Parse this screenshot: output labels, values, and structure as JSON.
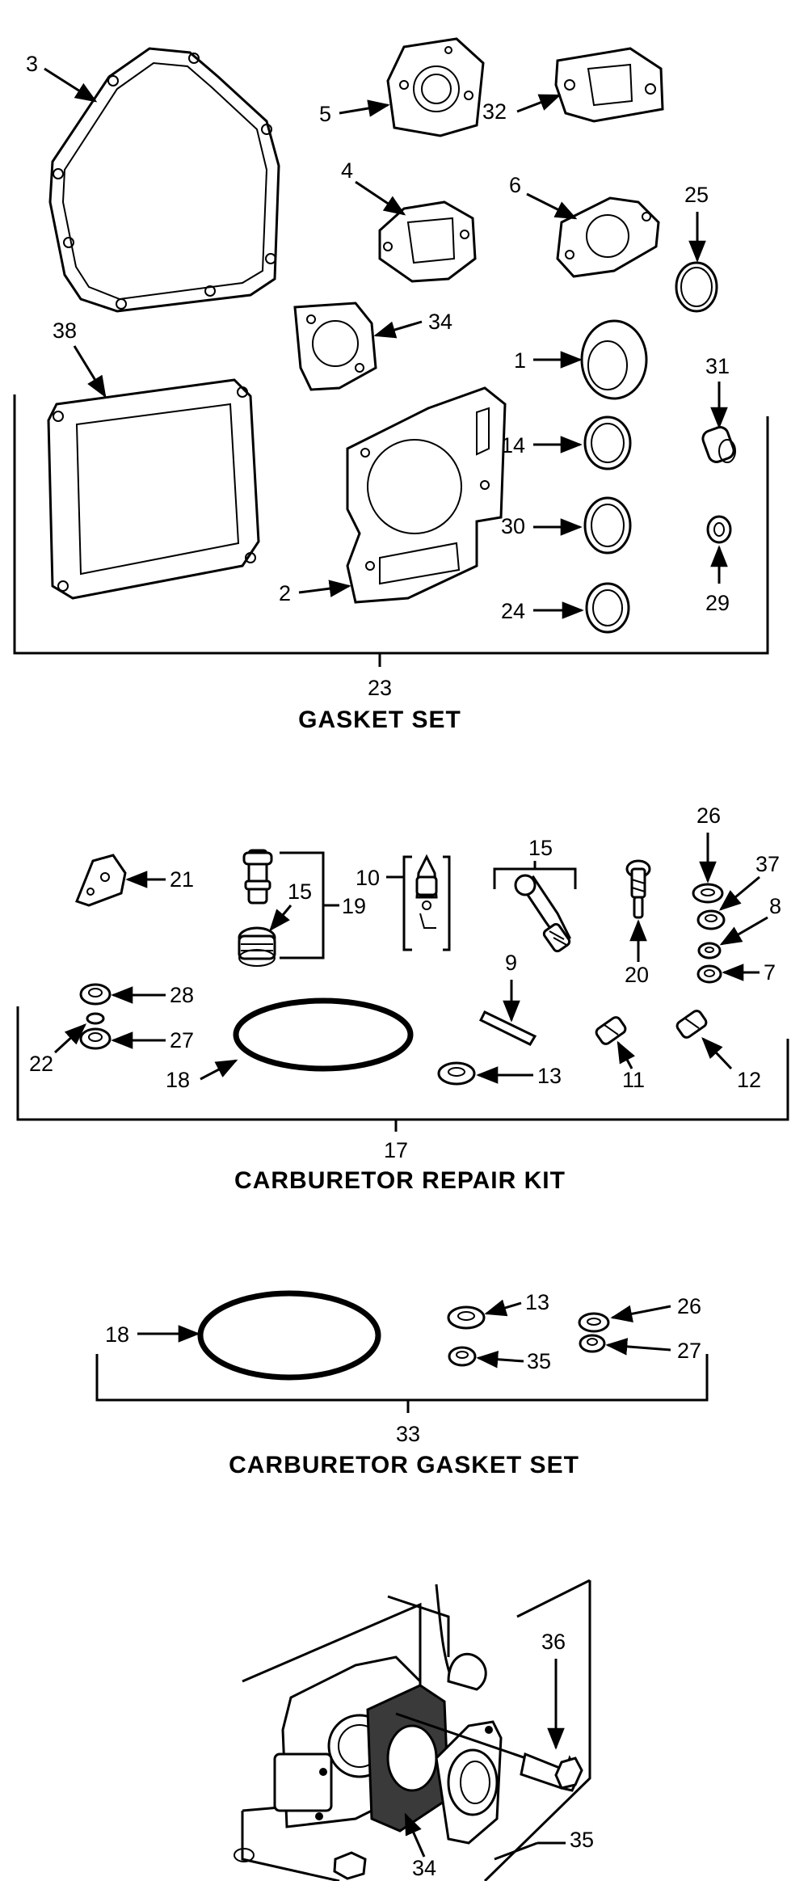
{
  "sections": {
    "gasket_set": {
      "number": "23",
      "title": "GASKET SET"
    },
    "carb_repair_kit": {
      "number": "17",
      "title": "CARBURETOR REPAIR KIT"
    },
    "carb_gasket_set": {
      "number": "33",
      "title": "CARBURETOR GASKET SET"
    },
    "assembly": {
      "number": "35"
    }
  },
  "callouts": {
    "p3": "3",
    "p5": "5",
    "p32": "32",
    "p4": "4",
    "p6": "6",
    "p25": "25",
    "p38": "38",
    "p34": "34",
    "p1": "1",
    "p31": "31",
    "p14": "14",
    "p30": "30",
    "p2": "2",
    "p24": "24",
    "p29": "29",
    "k21": "21",
    "k15a": "15",
    "k19": "19",
    "k10": "10",
    "k15b": "15",
    "k26": "26",
    "k37": "37",
    "k8": "8",
    "k7": "7",
    "k9": "9",
    "k20": "20",
    "k28": "28",
    "k22": "22",
    "k27": "27",
    "k18": "18",
    "k13": "13",
    "k11": "11",
    "k12": "12",
    "g18": "18",
    "g13": "13",
    "g35": "35",
    "g26": "26",
    "g27": "27",
    "a36": "36",
    "a34": "34"
  }
}
